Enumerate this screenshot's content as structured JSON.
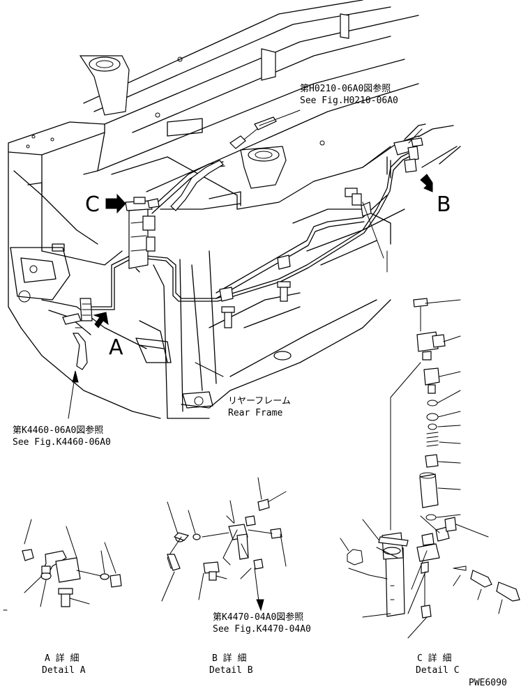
{
  "references": {
    "top": {
      "jp": "第H0210-06A0図参照",
      "en": "See Fig.H0210-06A0"
    },
    "left": {
      "jp": "第K4460-06A0図参照",
      "en": "See Fig.K4460-06A0"
    },
    "detail_b": {
      "jp": "第K4470-04A0図参照",
      "en": "See Fig.K4470-04A0"
    }
  },
  "frame_label": {
    "jp": "リヤーフレーム",
    "en": "Rear Frame"
  },
  "view_markers": {
    "a": "A",
    "b": "B",
    "c": "C"
  },
  "details": {
    "a": {
      "jp": "A 詳 細",
      "en": "Detail A"
    },
    "b": {
      "jp": "B 詳 細",
      "en": "Detail B"
    },
    "c": {
      "jp": "C 詳 細",
      "en": "Detail C"
    }
  },
  "drawing_code": "PWE6090"
}
